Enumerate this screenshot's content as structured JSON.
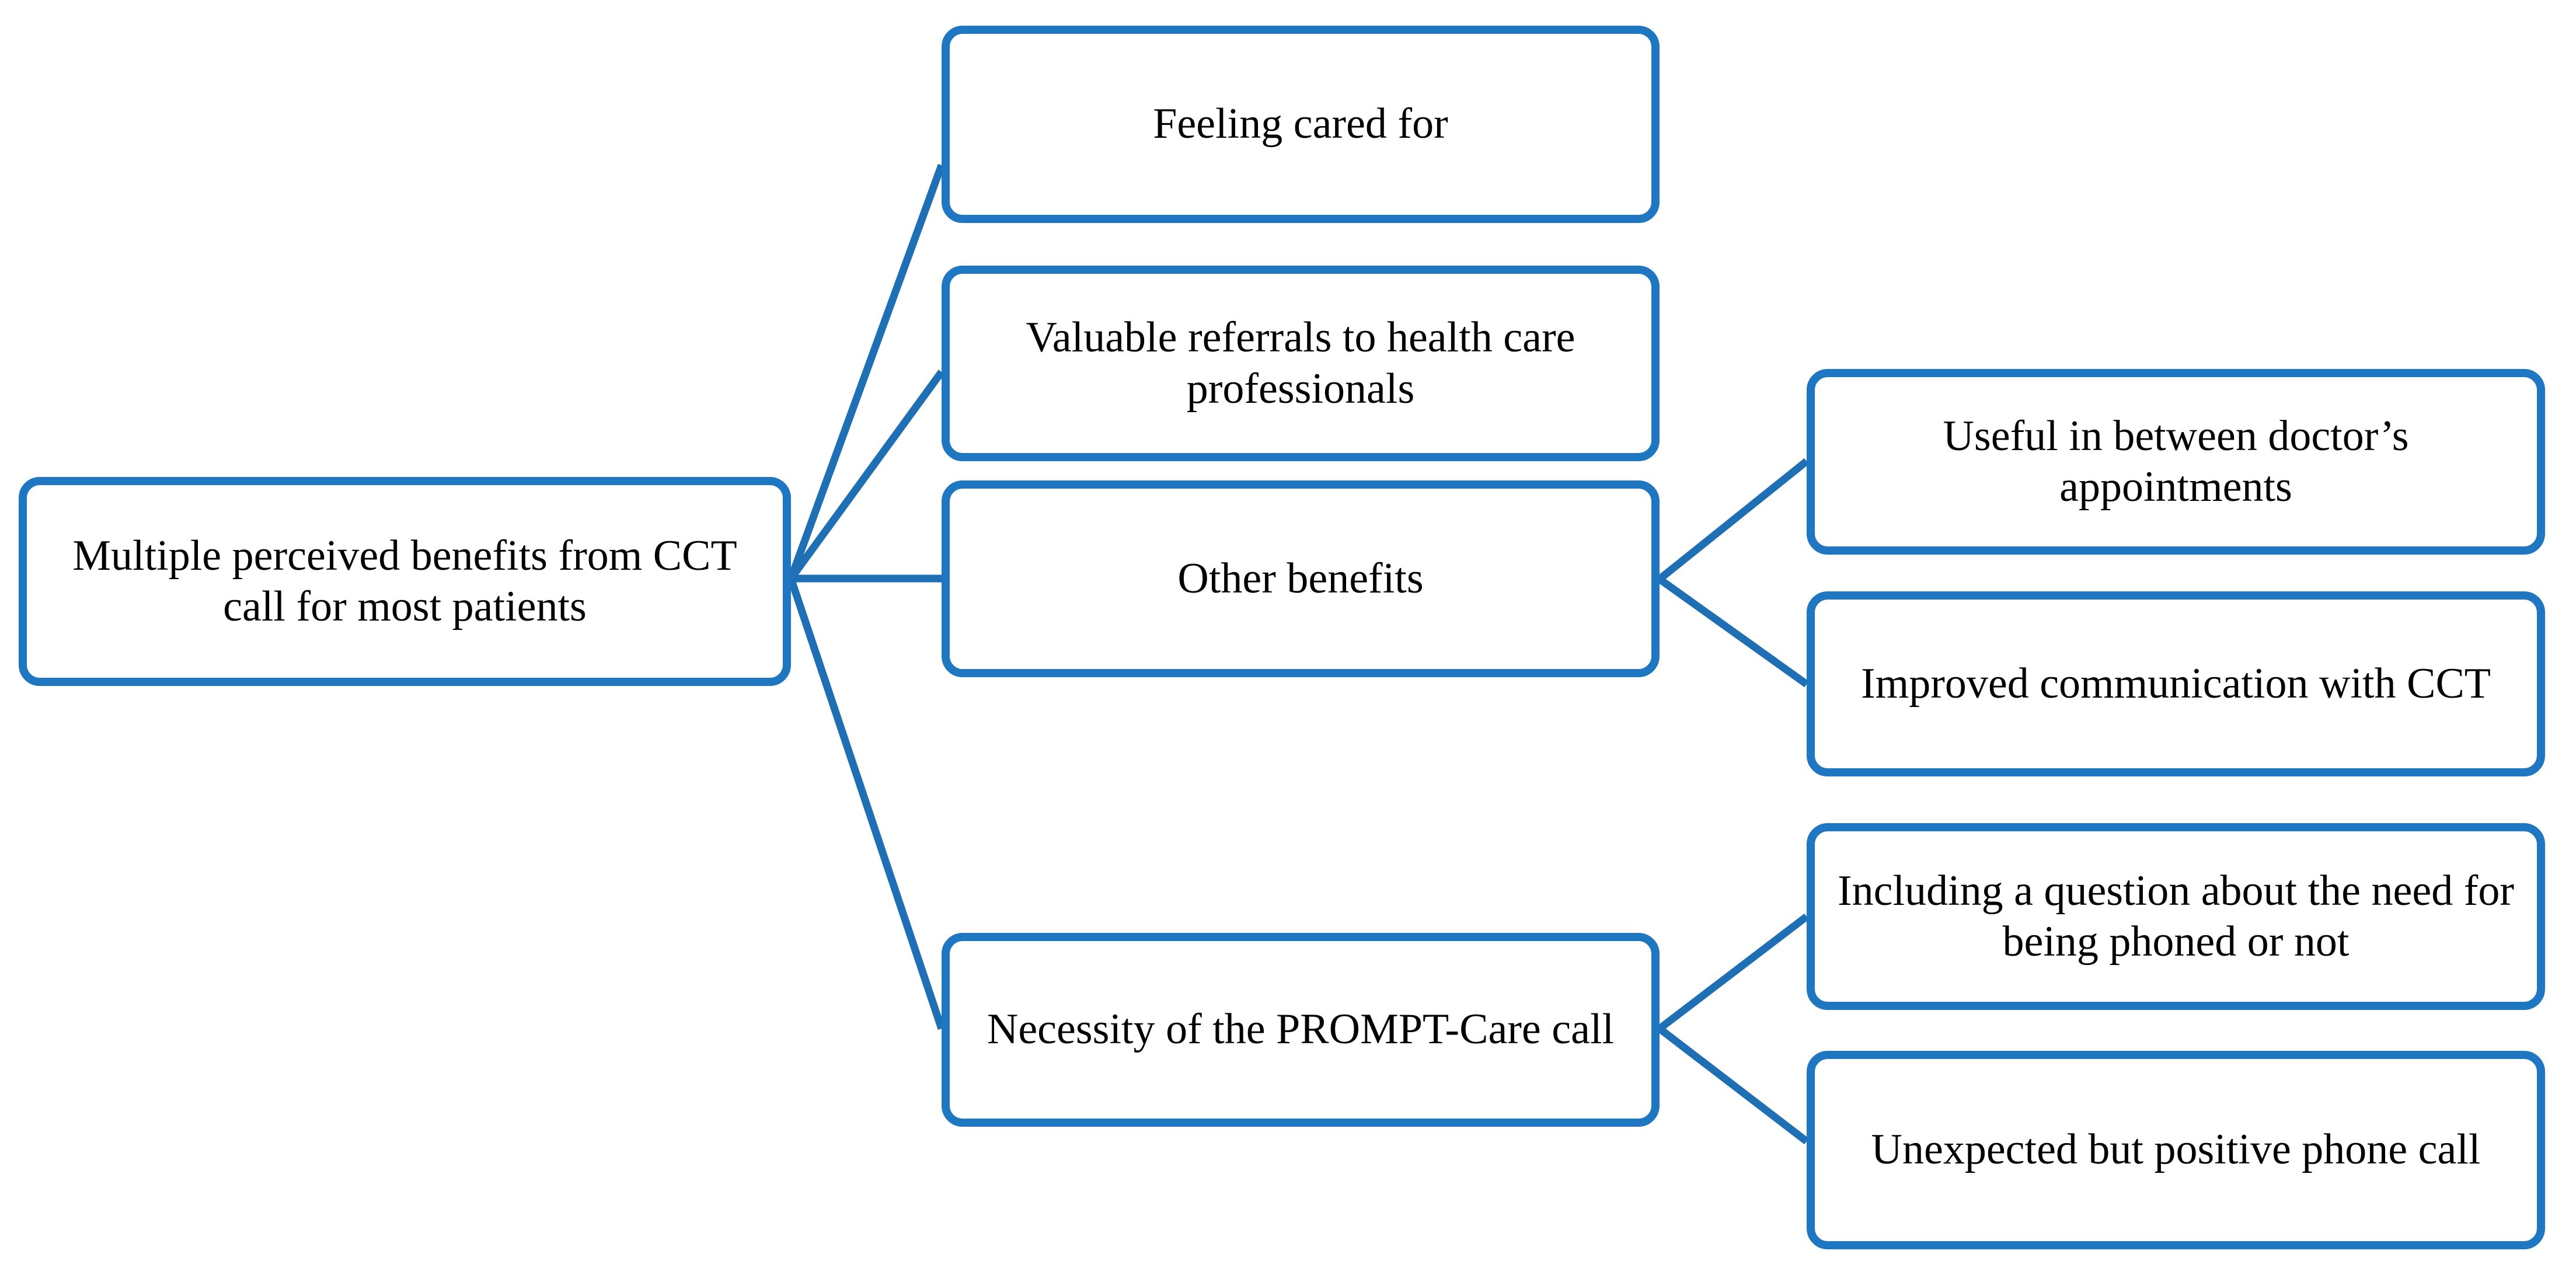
{
  "diagram": {
    "type": "tree",
    "orientation": "left-to-right",
    "accent_color": "#1F77C2",
    "text_color": "#000000",
    "background_color": "#FFFFFF",
    "nodes": {
      "root": {
        "id": "root",
        "label": "Multiple perceived benefits from CCT call for most patients",
        "level": 1
      },
      "feeling": {
        "id": "feeling",
        "label": "Feeling cared for",
        "level": 2
      },
      "referrals": {
        "id": "referrals",
        "label": "Valuable referrals to health care professionals",
        "level": 2
      },
      "other": {
        "id": "other",
        "label": "Other benefits",
        "level": 2
      },
      "necessity": {
        "id": "necessity",
        "label": "Necessity of the PROMPT-Care call",
        "level": 2
      },
      "useful": {
        "id": "useful",
        "label": "Useful in between doctor’s appointments",
        "level": 3
      },
      "improved": {
        "id": "improved",
        "label": "Improved communication with CCT",
        "level": 3
      },
      "question": {
        "id": "question",
        "label": "Including a question about the need for being phoned or not",
        "level": 3
      },
      "unexpected": {
        "id": "unexpected",
        "label": "Unexpected but positive phone call",
        "level": 3
      }
    },
    "edges": [
      {
        "from": "root",
        "to": "feeling"
      },
      {
        "from": "root",
        "to": "referrals"
      },
      {
        "from": "root",
        "to": "other"
      },
      {
        "from": "root",
        "to": "necessity"
      },
      {
        "from": "other",
        "to": "useful"
      },
      {
        "from": "other",
        "to": "improved"
      },
      {
        "from": "necessity",
        "to": "question"
      },
      {
        "from": "necessity",
        "to": "unexpected"
      }
    ]
  }
}
